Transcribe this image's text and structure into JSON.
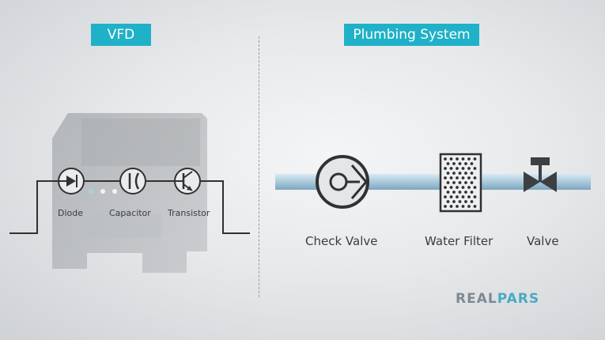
{
  "colors": {
    "accent": "#1fb1c7",
    "pipe": "#a9c9dc",
    "symbol": "#2f3133"
  },
  "vfd": {
    "title": "VFD",
    "components": [
      {
        "label": "Diode",
        "icon": "diode-icon"
      },
      {
        "label": "Capacitor",
        "icon": "capacitor-icon"
      },
      {
        "label": "Transistor",
        "icon": "transistor-icon"
      }
    ]
  },
  "plumbing": {
    "title": "Plumbing System",
    "components": [
      {
        "label": "Check Valve",
        "icon": "check-valve-icon"
      },
      {
        "label": "Water Filter",
        "icon": "water-filter-icon"
      },
      {
        "label": "Valve",
        "icon": "valve-icon"
      }
    ]
  },
  "logo": {
    "part1": "REAL",
    "part2": "PARS"
  }
}
